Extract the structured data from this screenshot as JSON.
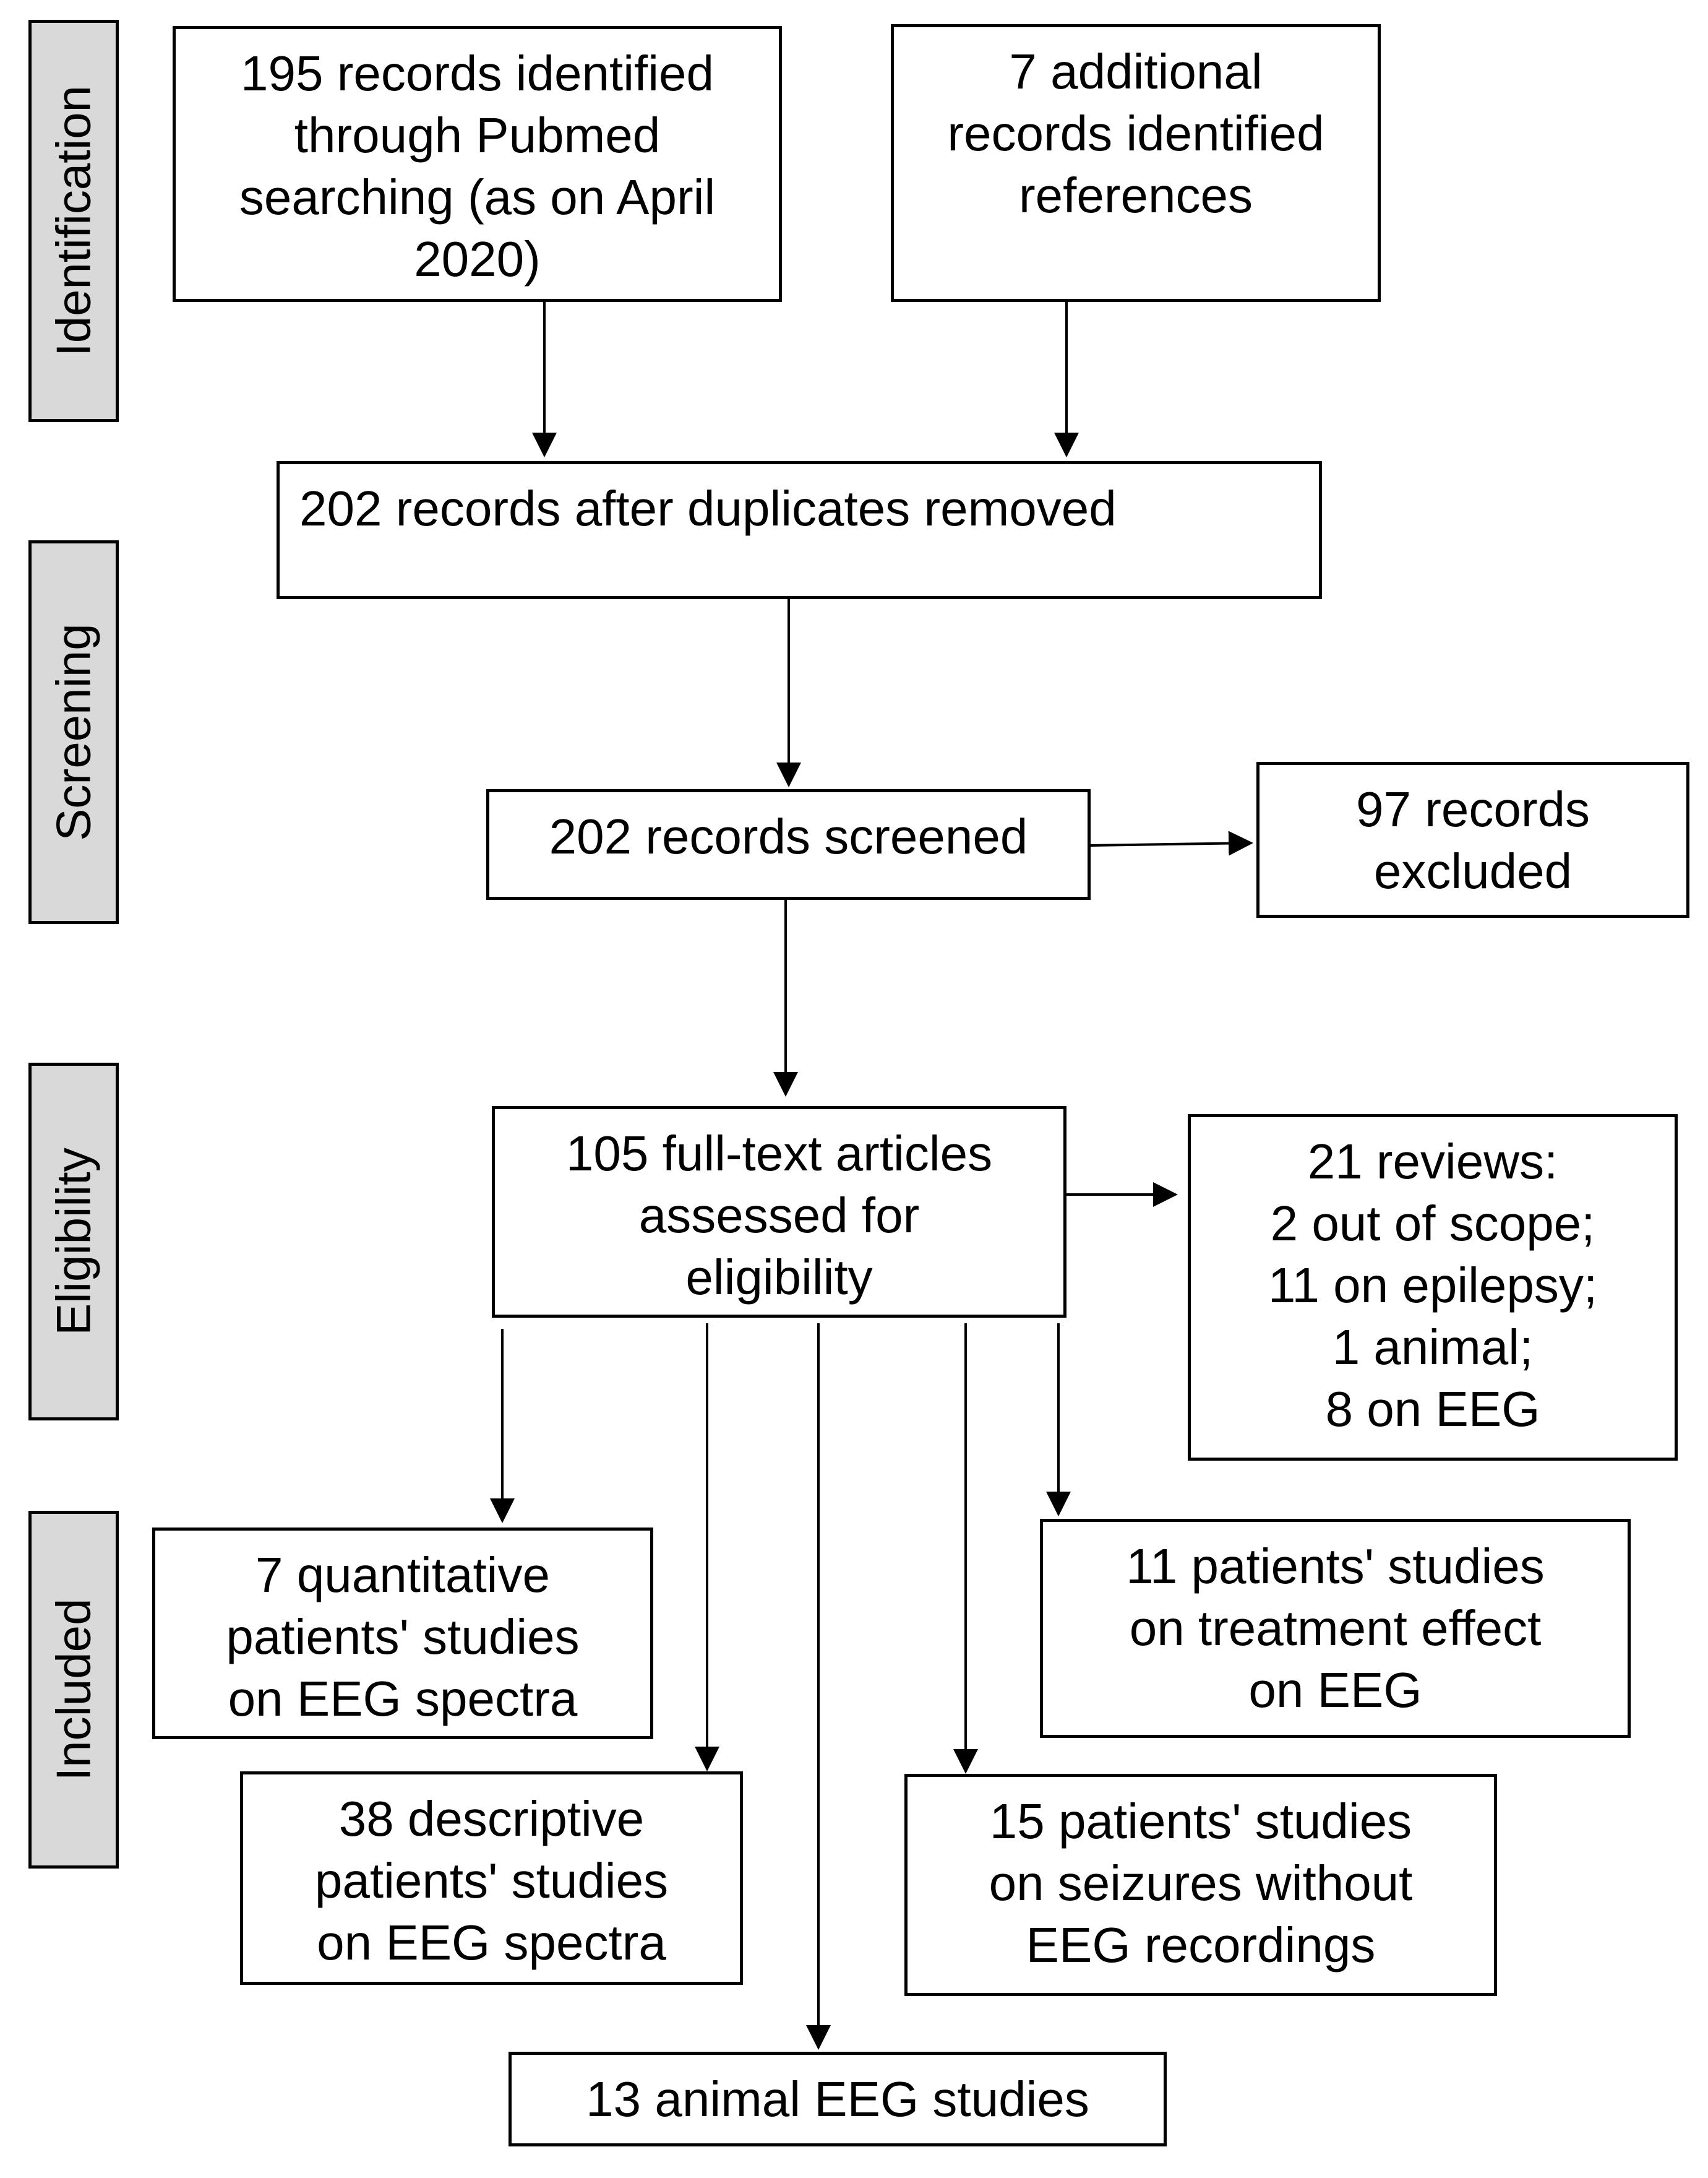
{
  "stages": {
    "identification": "Identification",
    "screening": "Screening",
    "eligibility": "Eligibility",
    "included": "Included"
  },
  "boxes": {
    "pubmed": [
      "195 records identified",
      "through Pubmed",
      "searching (as on April",
      "2020)"
    ],
    "additional": [
      "7 additional",
      "records identified",
      "references"
    ],
    "after_duplicates": [
      "202 records after duplicates removed"
    ],
    "screened": [
      "202 records screened"
    ],
    "excluded": [
      "97 records",
      "excluded"
    ],
    "fulltext": [
      "105 full-text articles",
      "assessed for",
      "eligibility"
    ],
    "reviews": [
      "21 reviews:",
      "2 out of scope;",
      "11 on epilepsy;",
      "1 animal;",
      "8 on EEG"
    ],
    "quantitative": [
      "7 quantitative",
      "patients' studies",
      "on EEG spectra"
    ],
    "treatment": [
      "11 patients' studies",
      "on treatment effect",
      "on EEG"
    ],
    "descriptive": [
      "38 descriptive",
      "patients' studies",
      "on EEG spectra"
    ],
    "seizures": [
      "15 patients' studies",
      "on seizures without",
      "EEG recordings"
    ],
    "animal": [
      "13 animal EEG studies"
    ]
  }
}
